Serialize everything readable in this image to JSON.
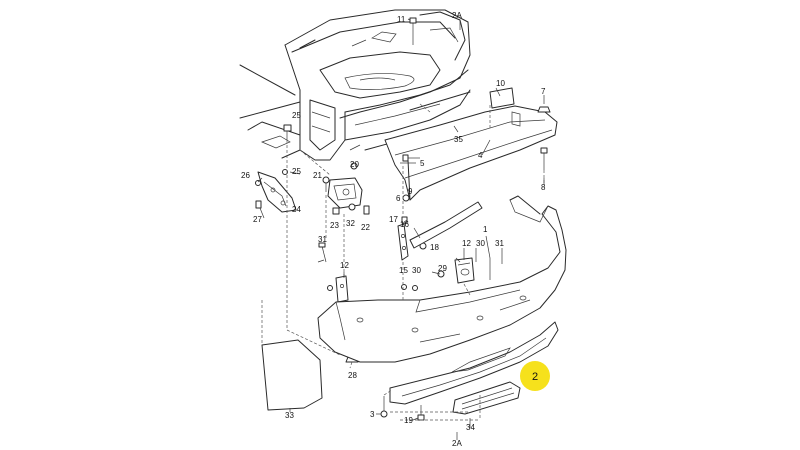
{
  "colors": {
    "line": "#2a2a2a",
    "highlight": "#f6e11c",
    "background": "#ffffff"
  },
  "callouts": {
    "p11": "11",
    "p2A_top": "2A",
    "p10": "10",
    "p7": "7",
    "p25": "25",
    "p35": "35",
    "p5": "5",
    "p4": "4",
    "p20": "20",
    "p21": "21",
    "p9": "9",
    "p6": "6",
    "p8": "8",
    "p26": "26",
    "p25b": "25",
    "p24": "24",
    "p27": "27",
    "p23": "23",
    "p32": "32",
    "p22": "22",
    "p17": "17",
    "p16": "16",
    "p18": "18",
    "p1": "1",
    "p12a": "12",
    "p30a": "30",
    "p31a": "31",
    "p31b": "31",
    "p12b": "12",
    "p15": "15",
    "p30b": "30",
    "p29": "29",
    "p28": "28",
    "p33": "33",
    "p3": "3",
    "p19": "19",
    "p34": "34",
    "p2A_bottom": "2A",
    "p2_highlight": "2"
  }
}
